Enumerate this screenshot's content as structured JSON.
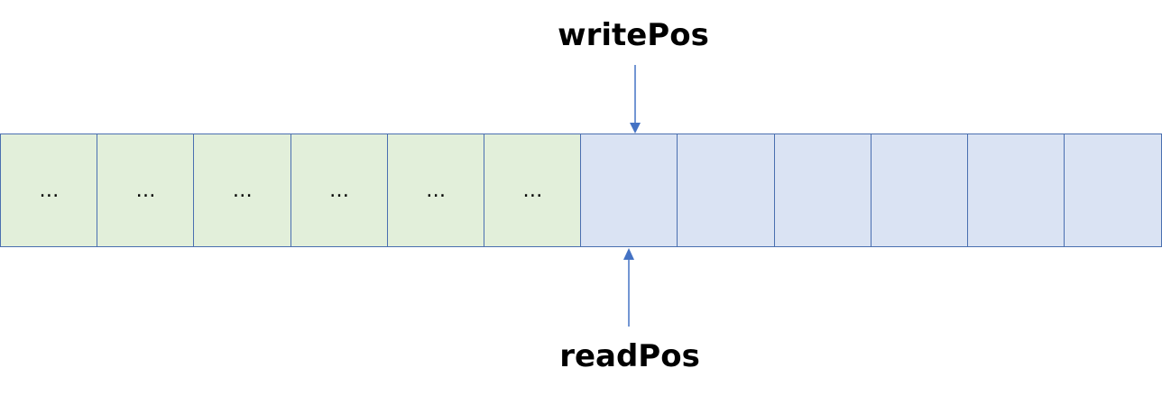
{
  "labels": {
    "write": "writePos",
    "read": "readPos"
  },
  "buffer": {
    "cells": [
      {
        "text": "…",
        "state": "filled"
      },
      {
        "text": "…",
        "state": "filled"
      },
      {
        "text": "…",
        "state": "filled"
      },
      {
        "text": "…",
        "state": "filled"
      },
      {
        "text": "…",
        "state": "filled"
      },
      {
        "text": "…",
        "state": "filled"
      },
      {
        "text": "",
        "state": "empty"
      },
      {
        "text": "",
        "state": "empty"
      },
      {
        "text": "",
        "state": "empty"
      },
      {
        "text": "",
        "state": "empty"
      },
      {
        "text": "",
        "state": "empty"
      },
      {
        "text": "",
        "state": "empty"
      }
    ]
  },
  "colors": {
    "filled": "#e2efda",
    "empty": "#dae3f3",
    "border": "#4a6fb0",
    "arrow": "#4472c4"
  }
}
